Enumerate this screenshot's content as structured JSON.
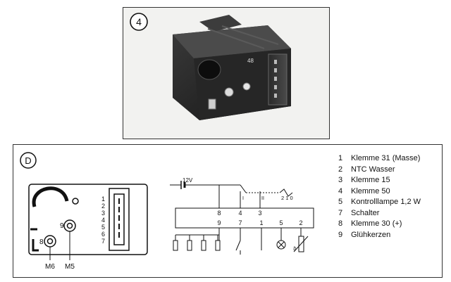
{
  "figure": {
    "photo_label": "4",
    "diagram_label": "D",
    "relay_marking": "48"
  },
  "legend": [
    {
      "num": "1",
      "text": "Klemme 31 (Masse)"
    },
    {
      "num": "2",
      "text": "NTC Wasser"
    },
    {
      "num": "3",
      "text": "Klemme 15"
    },
    {
      "num": "4",
      "text": "Klemme 50"
    },
    {
      "num": "5",
      "text": "Kontrolllampe 1,2 W"
    },
    {
      "num": "7",
      "text": "Schalter"
    },
    {
      "num": "8",
      "text": "Klemme 30 (+)"
    },
    {
      "num": "9",
      "text": "Glühkerzen"
    }
  ],
  "housing": {
    "pin_numbers": [
      "1",
      "2",
      "3",
      "4",
      "5",
      "6",
      "7"
    ],
    "stud_labels": [
      "8",
      "9"
    ],
    "thread_labels": [
      "M6",
      "M5"
    ]
  },
  "schematic": {
    "battery_label": "12V",
    "switch_positions": "2 1 0",
    "top_terminals": [
      "8",
      "4",
      "3"
    ],
    "bottom_terminals": [
      "9",
      "7",
      "1",
      "5",
      "2"
    ],
    "switch_tags": [
      "I",
      "II"
    ],
    "ntc_tag": "ϑ"
  }
}
